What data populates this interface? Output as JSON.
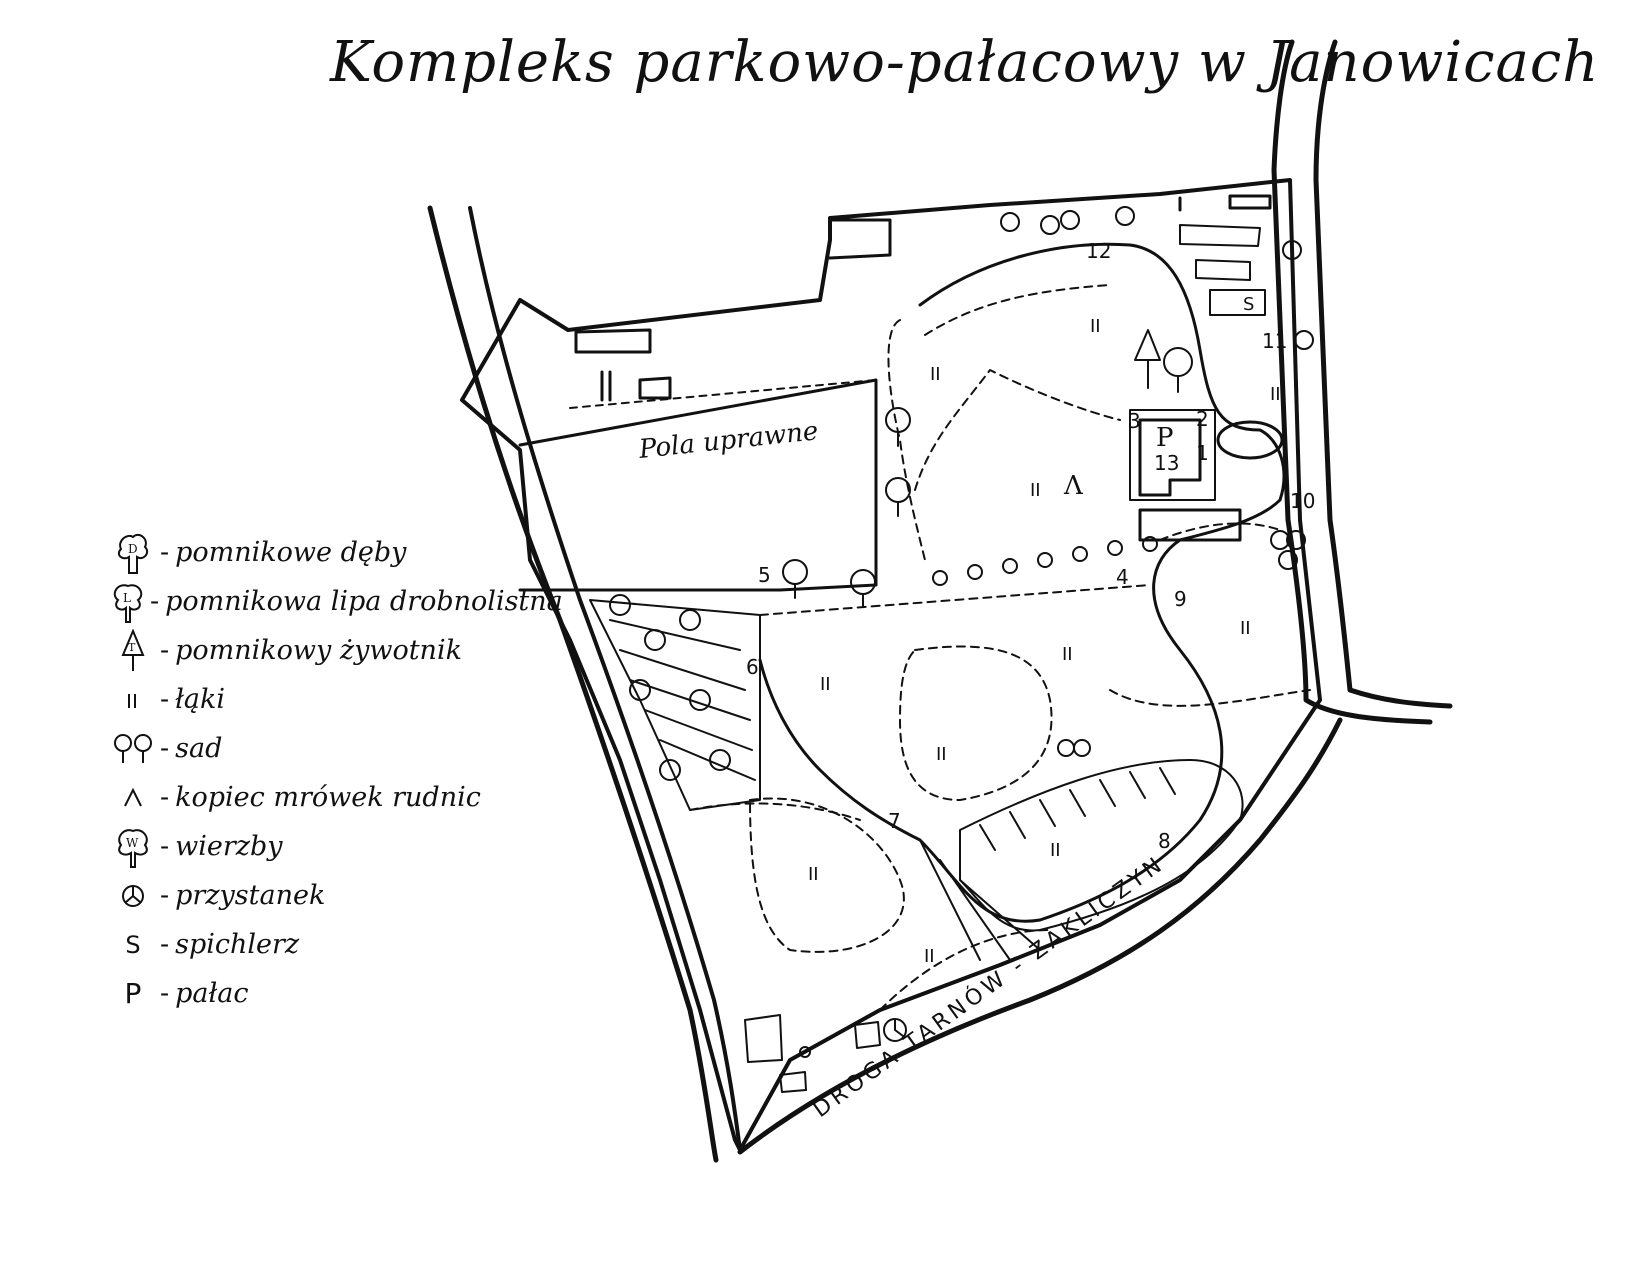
{
  "title": "Kompleks parkowo-pałacowy w Janowicach",
  "map": {
    "field_label": "Pola uprawne",
    "road_label": "DROGA TARNÓW - ZAKLICZYN",
    "meadow_mark": "II",
    "anthill_mark": "Λ",
    "palace_mark": "P",
    "granary_mark": "S",
    "numbers": [
      "1",
      "2",
      "3",
      "4",
      "5",
      "6",
      "7",
      "8",
      "9",
      "10",
      "11",
      "12",
      "13"
    ]
  },
  "legend": [
    {
      "symbol": "oak-icon",
      "letter": "D",
      "label": "pomnikowe dęby"
    },
    {
      "symbol": "linden-icon",
      "letter": "L",
      "label": "pomnikowa lipa drobnolistna"
    },
    {
      "symbol": "thuja-icon",
      "letter": "T",
      "label": "pomnikowy żywotnik"
    },
    {
      "symbol": "meadow-icon",
      "letter": "II",
      "label": "łąki"
    },
    {
      "symbol": "orchard-icon",
      "letter": "",
      "label": "sad"
    },
    {
      "symbol": "anthill-icon",
      "letter": "Λ",
      "label": "kopiec mrówek rudnic"
    },
    {
      "symbol": "willow-icon",
      "letter": "W",
      "label": "wierzby"
    },
    {
      "symbol": "bus-stop-icon",
      "letter": "",
      "label": "przystanek"
    },
    {
      "symbol": "granary-icon",
      "letter": "S",
      "label": "spichlerz"
    },
    {
      "symbol": "palace-icon",
      "letter": "P",
      "label": "pałac"
    }
  ]
}
